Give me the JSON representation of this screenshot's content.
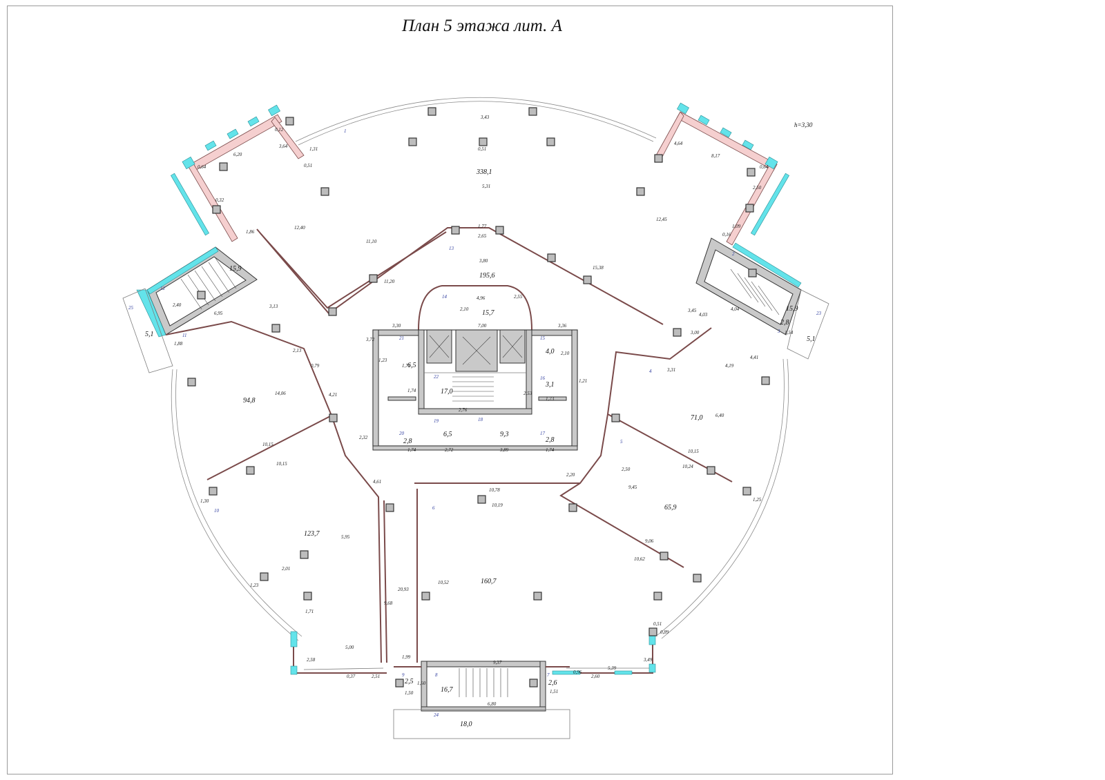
{
  "title": "План 5 этажа лит. А",
  "height_note": "h=3,30",
  "rooms": [
    {
      "num": "1",
      "area": "338,1"
    },
    {
      "num": "2",
      "area": "15,9"
    },
    {
      "num": "3",
      "area": "2,8"
    },
    {
      "num": "4",
      "area": "71,0"
    },
    {
      "num": "5",
      "area": "65,9"
    },
    {
      "num": "6",
      "area": "160,7"
    },
    {
      "num": "7",
      "area": "2,6"
    },
    {
      "num": "8",
      "area": "16,7"
    },
    {
      "num": "9",
      "area": "2,5"
    },
    {
      "num": "10",
      "area": "123,7"
    },
    {
      "num": "11",
      "area": "94,8"
    },
    {
      "num": "12",
      "area": "15,9"
    },
    {
      "num": "13",
      "area": "195,6"
    },
    {
      "num": "14",
      "area": "15,7"
    },
    {
      "num": "15",
      "area": "4,0"
    },
    {
      "num": "16",
      "area": "3,1"
    },
    {
      "num": "17",
      "area": "2,8"
    },
    {
      "num": "18",
      "area": "9,3"
    },
    {
      "num": "19",
      "area": "6,5"
    },
    {
      "num": "20",
      "area": "2,8"
    },
    {
      "num": "21",
      "area": "6,5"
    },
    {
      "num": "22",
      "area": "17,0"
    },
    {
      "num": "23",
      "area": "5,1"
    },
    {
      "num": "24",
      "area": "18,0"
    },
    {
      "num": "25",
      "area": "5,1"
    }
  ],
  "dims": {
    "d_343": "3,43",
    "d_051a": "0,51",
    "d_531": "5,31",
    "d_620": "6,20",
    "d_364": "3,64",
    "d_131": "1,31",
    "d_012": "0,12",
    "d_051b": "0,51",
    "d_064a": "0,64",
    "d_032": "0,32",
    "d_1240": "12,40",
    "d_177": "1,77",
    "d_265": "2,65",
    "d_1110": "11,10",
    "d_1120": "11,20",
    "d_380": "3,80",
    "d_1538": "15,38",
    "d_1245": "12,45",
    "d_817": "8,17",
    "d_464": "4,64",
    "d_064b": "0,64",
    "d_250": "2,50",
    "d_109": "1,09",
    "d_016": "0,16",
    "d_404": "4,04",
    "d_345": "3,45",
    "d_403": "4,03",
    "d_300": "3,00",
    "d_496": "4,96",
    "d_210": "2,10",
    "d_255": "2,55",
    "d_700": "7,00",
    "d_330": "3,30",
    "d_336": "3,36",
    "d_372": "3,72",
    "d_123": "1,23",
    "d_171": "1,71",
    "d_174a": "1,74",
    "d_276": "2,76",
    "d_253": "2,53",
    "d_173": "1,73",
    "d_121": "1,21",
    "d_174b": "1,74",
    "d_272": "2,72",
    "d_389": "3,89",
    "d_174c": "1,74",
    "d_1406": "14,06",
    "d_1015a": "10,15",
    "d_1015b": "10,15",
    "d_695": "6,95",
    "d_240": "2,40",
    "d_313": "3,13",
    "d_213": "2,13",
    "d_079": "0,79",
    "d_421": "4,21",
    "d_232": "2,32",
    "d_461": "4,61",
    "d_1078": "10,78",
    "d_1019": "10,19",
    "d_1052": "10,52",
    "d_2093": "20,93",
    "d_968": "9,68",
    "d_937": "9,37",
    "d_1015c": "10,15",
    "d_1024": "10,24",
    "d_945": "9,45",
    "d_1062": "10,62",
    "d_906": "9,06",
    "d_640": "6,40",
    "d_441": "4,41",
    "d_419": "4,19",
    "d_331": "3,31",
    "d_250b": "2,50",
    "d_125": "1,25",
    "d_130": "1,30",
    "d_595": "5,95",
    "d_201": "2,01",
    "d_123b": "1,23",
    "d_171b": "1,71",
    "d_500": "5,00",
    "d_258": "2,58",
    "d_251": "2,51",
    "d_037": "0,37",
    "d_199": "1,99",
    "d_150": "1,50",
    "d_160": "1,60",
    "d_680": "6,80",
    "d_260": "2,60",
    "d_539": "5,39",
    "d_349": "3,49",
    "d_151": "1,51",
    "d_089": "0,89",
    "d_051c": "0,51",
    "d_186": "1,86",
    "d_096": "0,96",
    "d_154": "1,54",
    "d_188": "1,88",
    "d_220": "2,20",
    "d_210b": "2,10"
  }
}
